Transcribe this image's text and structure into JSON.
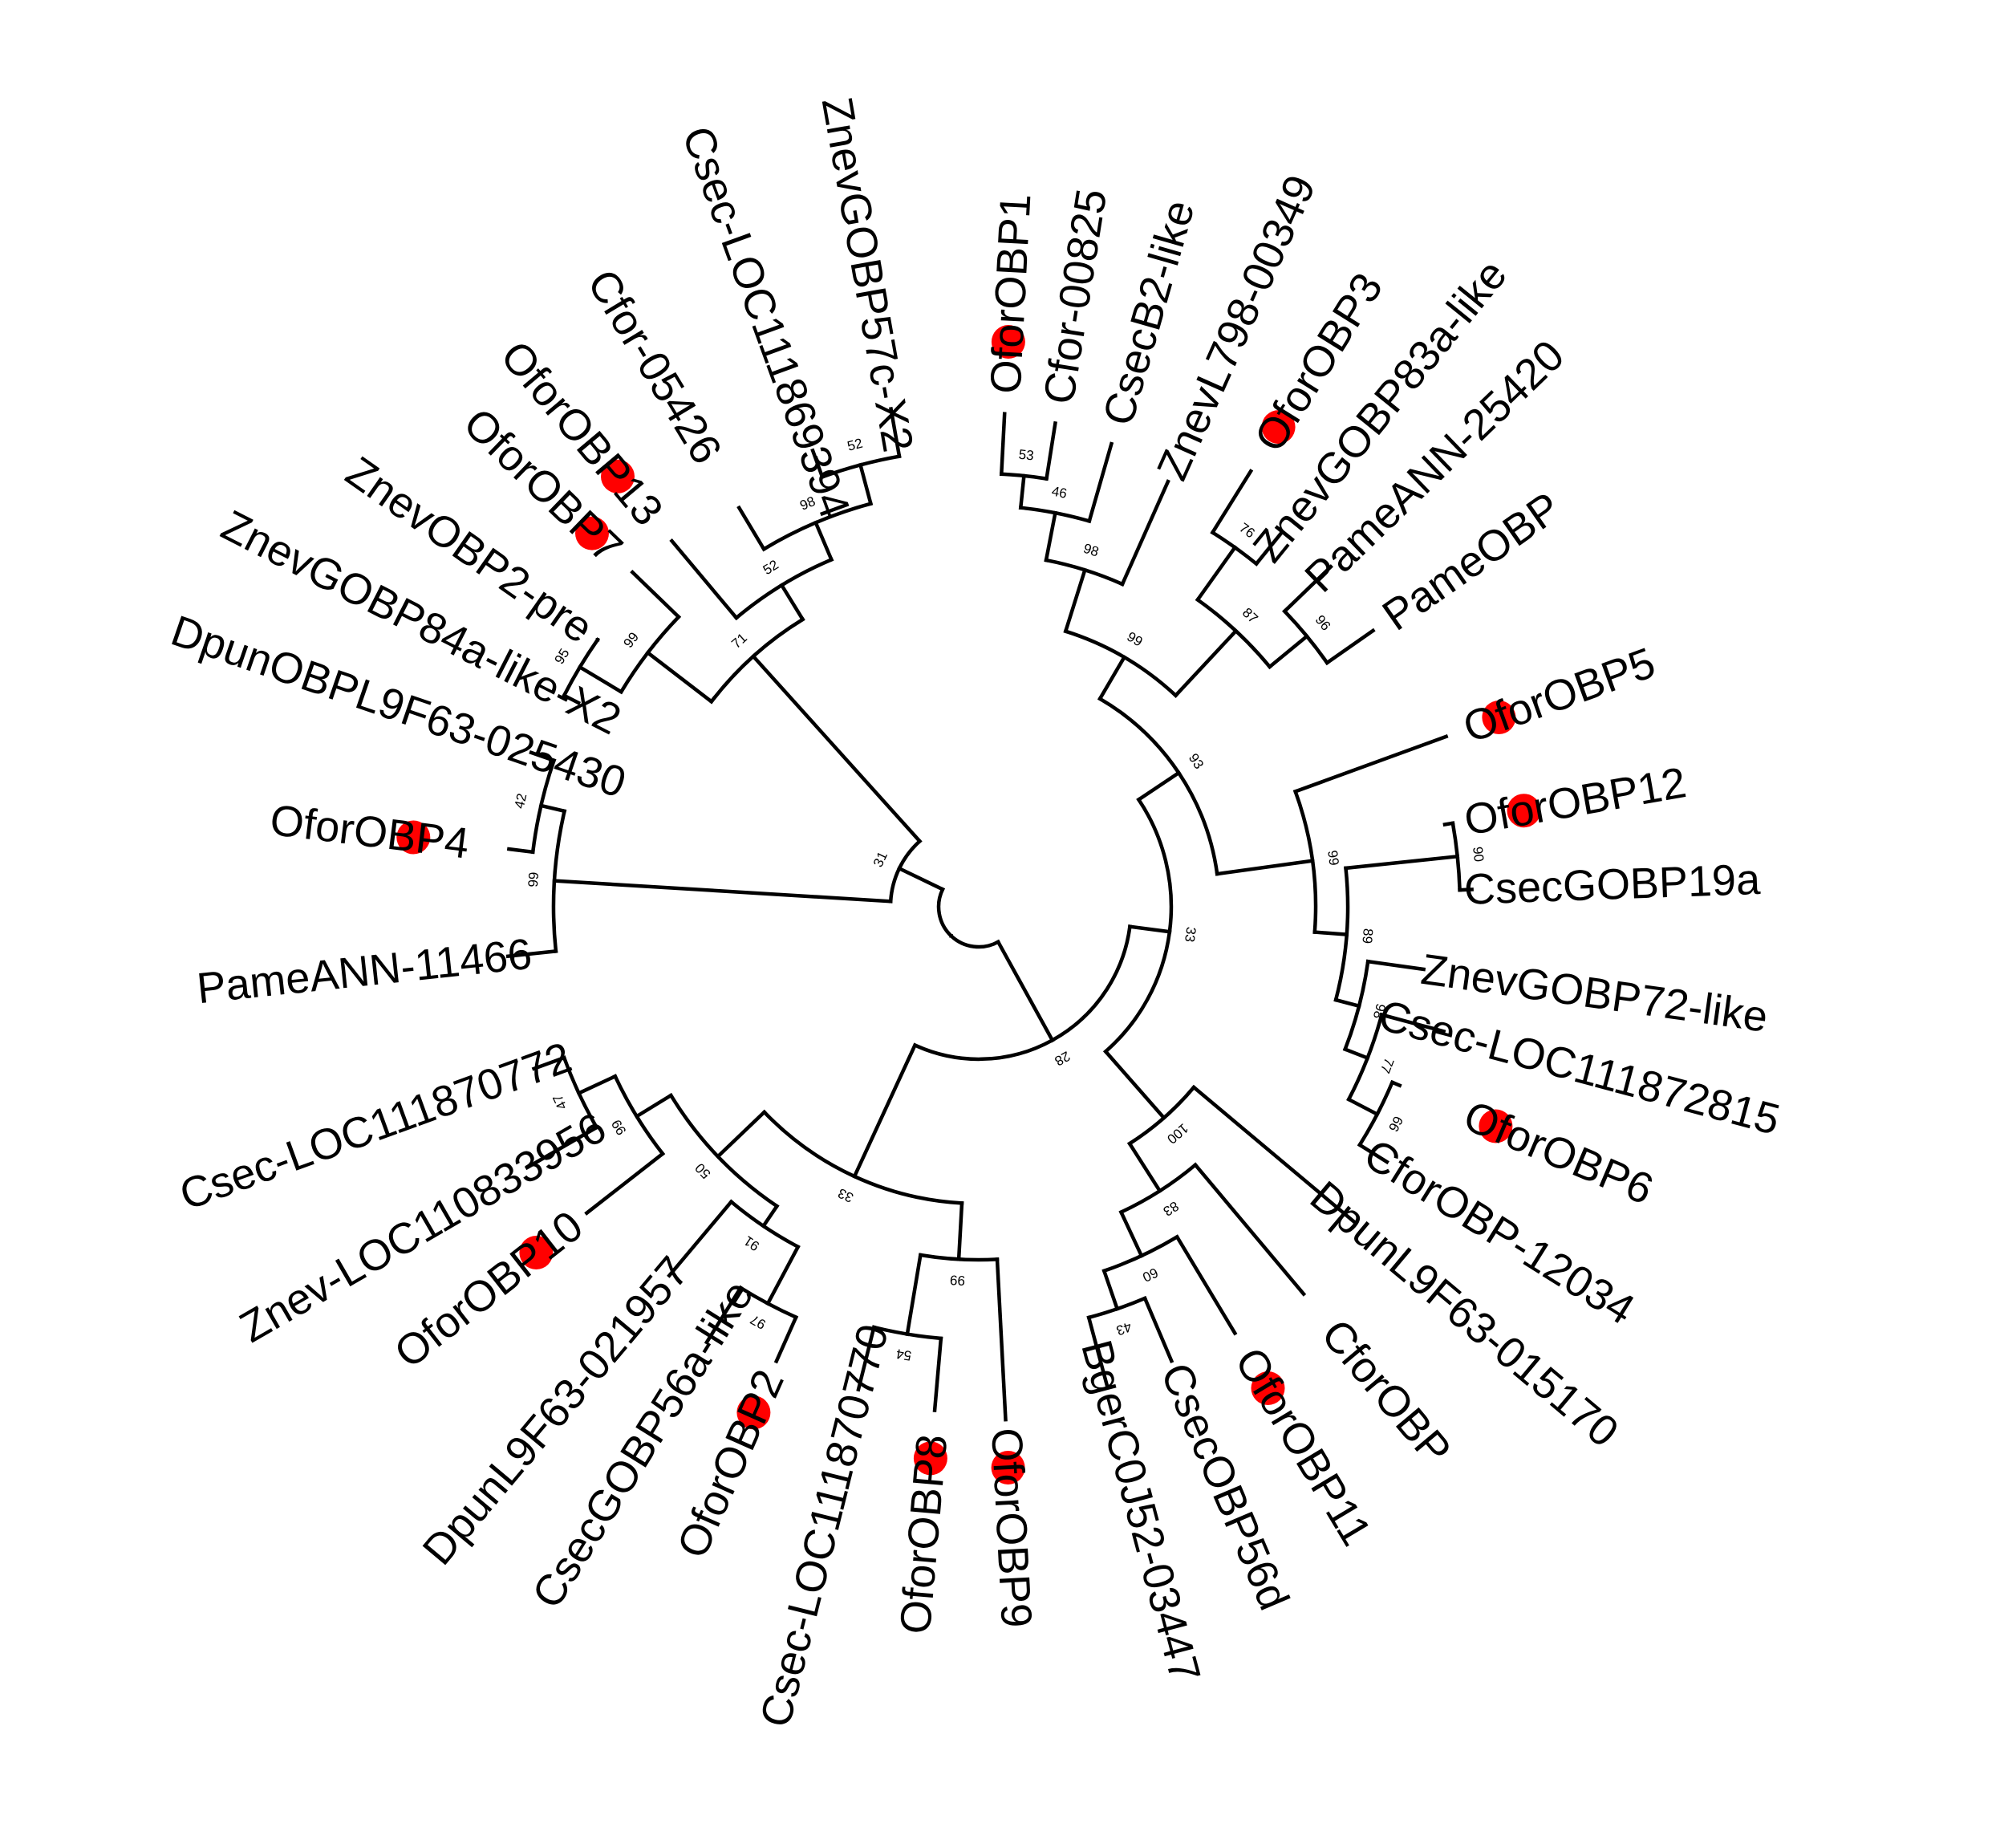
{
  "marker_color": "#ff0000",
  "line_color": "#000000",
  "leaves": [
    {
      "label": "OforOBP1",
      "marked": true
    },
    {
      "label": "Cfor-00825",
      "marked": false
    },
    {
      "label": "CsecB2-like",
      "marked": false
    },
    {
      "label": "ZnevL798-00349",
      "marked": false
    },
    {
      "label": "OforOBP3",
      "marked": true
    },
    {
      "label": "ZnevGOBP83a-like",
      "marked": false
    },
    {
      "label": "PameANN-25420",
      "marked": false
    },
    {
      "label": "PameOBP",
      "marked": false
    },
    {
      "label": "OforOBP5",
      "marked": true
    },
    {
      "label": "OforOBP12",
      "marked": true
    },
    {
      "label": "CsecGOBP19a",
      "marked": false
    },
    {
      "label": "ZnevGOBP72-like",
      "marked": false
    },
    {
      "label": "Csec-LOC111872815",
      "marked": false
    },
    {
      "label": "OforOBP6",
      "marked": true
    },
    {
      "label": "CforOBP-12034",
      "marked": false
    },
    {
      "label": "DpunL9F63-015170",
      "marked": false
    },
    {
      "label": "CforOBP",
      "marked": false
    },
    {
      "label": "OforOBP11",
      "marked": true
    },
    {
      "label": "CsecOBP56d",
      "marked": false
    },
    {
      "label": "BgerC0J52-03447",
      "marked": false
    },
    {
      "label": "OforOBP9",
      "marked": true
    },
    {
      "label": "OforOBP8",
      "marked": true
    },
    {
      "label": "Csec-LOC111870770",
      "marked": false
    },
    {
      "label": "OforOBP2",
      "marked": true
    },
    {
      "label": "CsecGOBP56a-like",
      "marked": false
    },
    {
      "label": "DpunL9F63-021957",
      "marked": false
    },
    {
      "label": "OforOBP10",
      "marked": true
    },
    {
      "label": "Znev-LOC110833956",
      "marked": false
    },
    {
      "label": "Csec-LOC111870772",
      "marked": false
    },
    {
      "label": "PameANN-11466",
      "marked": false
    },
    {
      "label": "OforOBP4",
      "marked": true
    },
    {
      "label": "DpunOBPL9F63-025430",
      "marked": false
    },
    {
      "label": "ZnevGOBP84a-like-X2",
      "marked": false
    },
    {
      "label": "ZnevOBP2-pre",
      "marked": false
    },
    {
      "label": "OforOBP7",
      "marked": true
    },
    {
      "label": "OforOBP13",
      "marked": true
    },
    {
      "label": "Cfor-05426",
      "marked": false
    },
    {
      "label": "Csec-LOC111869394",
      "marked": false
    },
    {
      "label": "ZnevGOBP57c-X2",
      "marked": false
    }
  ],
  "bootstrap_values": [
    "53",
    "46",
    "98",
    "99",
    "76",
    "96",
    "87",
    "93",
    "90",
    "66",
    "77",
    "98",
    "89",
    "99",
    "33",
    "100",
    "83",
    "60",
    "43",
    "28",
    "99",
    "54",
    "97",
    "91",
    "33",
    "47",
    "99",
    "50",
    "42",
    "95",
    "99",
    "99",
    "71",
    "98",
    "52",
    "52",
    "31"
  ]
}
